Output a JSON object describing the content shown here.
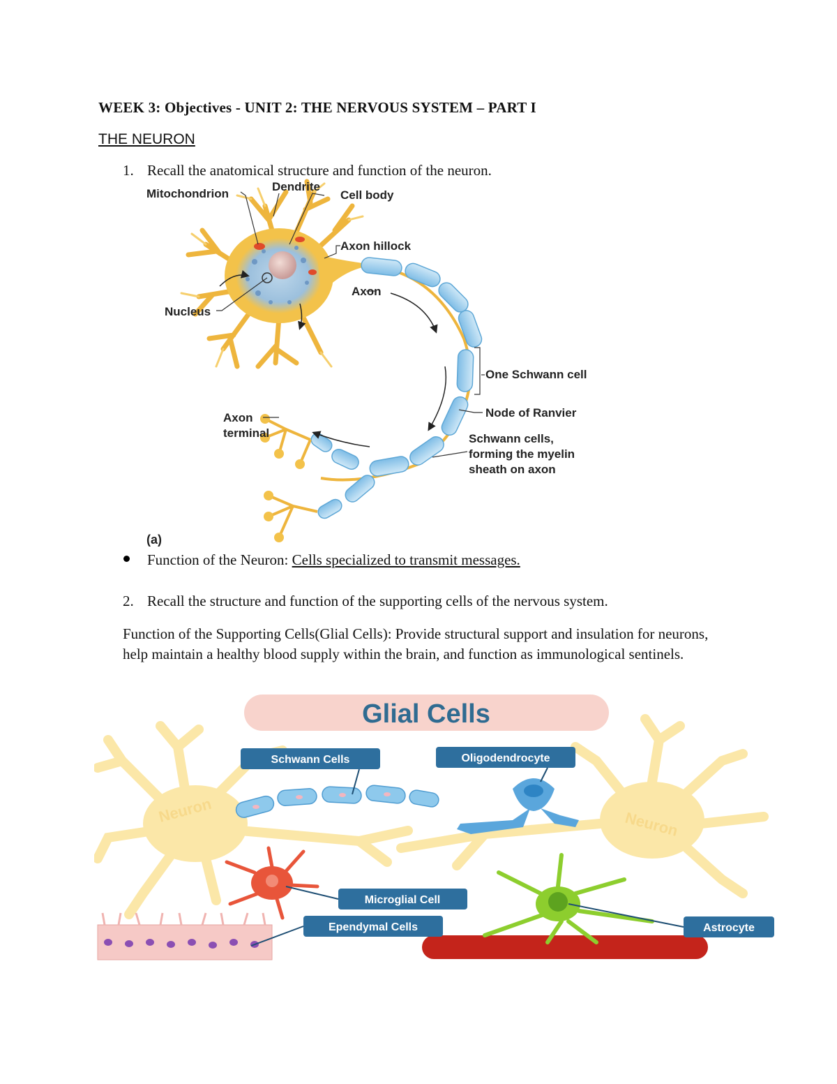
{
  "heading": "WEEK 3: Objectives - UNIT 2: THE NERVOUS SYSTEM – PART I",
  "section_title": "THE NEURON",
  "objective1": {
    "num": "1.",
    "text": "Recall the anatomical structure and function of the neuron."
  },
  "neuron_figure": {
    "labels": {
      "mitochondrion": "Mitochondrion",
      "dendrite": "Dendrite",
      "cell_body": "Cell body",
      "axon_hillock": "Axon hillock",
      "axon": "Axon",
      "nucleus": "Nucleus",
      "one_schwann_cell": "One Schwann cell",
      "node_of_ranvier": "Node of Ranvier",
      "axon_terminal_1": "Axon",
      "axon_terminal_2": "terminal",
      "schwann_1": "Schwann cells,",
      "schwann_2": "forming the myelin",
      "schwann_3": "sheath on axon",
      "panel": "(a)"
    }
  },
  "bullet": {
    "prefix": "Function of the Neuron: ",
    "answer": "Cells specialized to transmit messages."
  },
  "objective2": {
    "num": "2.",
    "text": "Recall the structure and function of the supporting cells of the nervous system."
  },
  "glial_paragraph": "Function of the Supporting Cells(Glial Cells): Provide structural support and insulation for neurons, help maintain a healthy blood supply within the brain, and function as immunological sentinels.",
  "glial_figure": {
    "title": "Glial Cells",
    "labels": {
      "schwann": "Schwann Cells",
      "oligodendrocyte": "Oligodendrocyte",
      "microglial": "Microglial Cell",
      "ependymal": "Ependymal Cells",
      "astrocyte": "Astrocyte",
      "neuron_left": "Neuron",
      "neuron_right": "Neuron"
    }
  },
  "colors": {
    "neuron_body": "#f3c24a",
    "myelin": "#8ec9ec",
    "label_box": "#2e6f9e",
    "title_pill": "#f8d3cc",
    "title_text": "#2f6b91",
    "microglia": "#e8553a",
    "astrocyte": "#8dce2e",
    "blood_vessel": "#c4241b",
    "glial_neuron": "#fbe7a8"
  }
}
